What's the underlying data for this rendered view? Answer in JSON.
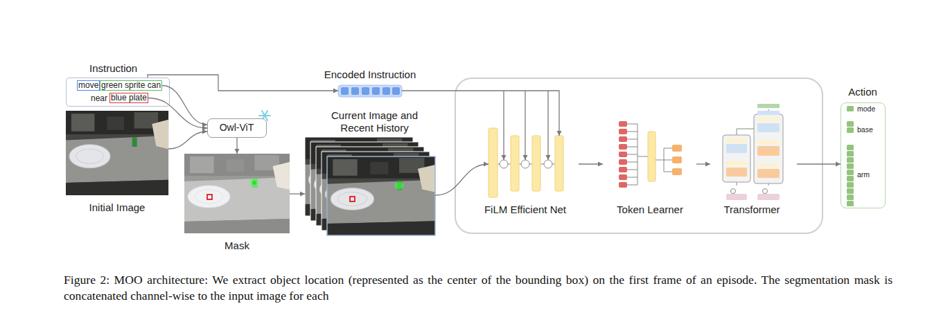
{
  "diagram": {
    "caption": "Figure 2: MOO architecture: We extract object location (represented as the center of the bounding box) on the first frame of an episode. The segmentation mask is concatenated channel-wise to the input image for each",
    "nodes": [
      {
        "text": [
          "Instruction",
          "near"
        ]
      },
      {
        "text": [
          "move"
        ],
        "in": 0
      },
      {
        "text": [
          "green sprite can"
        ],
        "in": 0
      },
      {
        "text": [
          "blue plate"
        ],
        "in": 0
      },
      {
        "text": [
          "Initial Image"
        ]
      },
      {
        "text": [
          "Owl-ViT"
        ]
      },
      {
        "text": [
          "Encoded Instruction"
        ]
      },
      {
        "text": [
          "Mask"
        ]
      },
      {
        "text": [
          "Current Image and Recent History"
        ]
      },
      {
        "text": [
          "FiLM Efficient Net"
        ]
      },
      {
        "text": [
          "Token Learner"
        ]
      },
      {
        "text": [
          "Transformer"
        ]
      },
      {
        "text": [
          "Action",
          "mode",
          "base",
          "arm"
        ]
      }
    ],
    "edges": [
      {
        "from": 2,
        "to": 5,
        "arrow": "to"
      },
      {
        "from": 3,
        "to": 5,
        "arrow": "to"
      },
      {
        "from": 4,
        "to": 5,
        "arrow": "to"
      },
      {
        "from": 0,
        "to": 6,
        "arrow": "to"
      },
      {
        "from": 6,
        "to": 9,
        "arrow": "to"
      },
      {
        "from": 5,
        "to": 7,
        "arrow": "to"
      },
      {
        "from": 7,
        "to": 8,
        "arrow": "to"
      },
      {
        "from": 8,
        "to": 9,
        "arrow": "to"
      },
      {
        "from": 9,
        "to": 10,
        "arrow": "to"
      },
      {
        "from": 10,
        "to": 11,
        "arrow": "to"
      },
      {
        "from": 11,
        "to": 12,
        "arrow": "to"
      }
    ]
  }
}
